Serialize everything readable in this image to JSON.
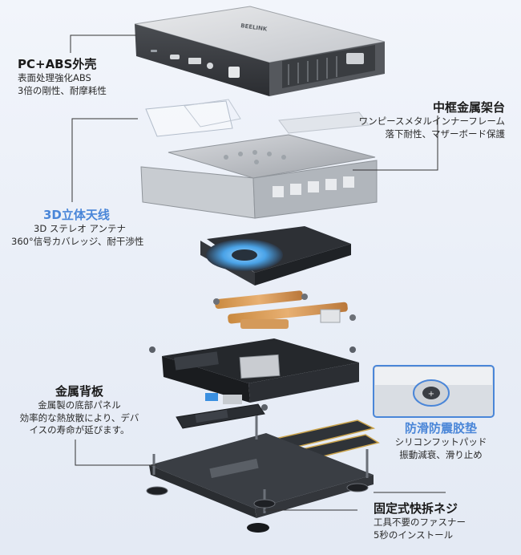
{
  "device": {
    "brand_mark": "BEELINK"
  },
  "callouts": {
    "shell": {
      "title": "PC+ABS外壳",
      "line1": "表面处理強化ABS",
      "line2": "3倍の剛性、耐摩耗性"
    },
    "frame": {
      "title": "中框金属架台",
      "line1": "ワンピースメタルインナーフレーム",
      "line2": "落下耐性、マザーボード保護"
    },
    "antenna": {
      "title": "3D立体天线",
      "line1": "3D ステレオ アンテナ",
      "line2": "360°信号カバレッジ、耐干渉性",
      "title_color": "#4a86d8"
    },
    "backplate": {
      "title": "金属背板",
      "line1": "金属製の底部パネル",
      "line2": "効率的な熱放散により、デバ",
      "line3": "イスの寿命が延びます。"
    },
    "damping": {
      "title": "防滑防震胶垫",
      "line1": "シリコンフットパッド",
      "line2": "振動減衰、滑り止め",
      "title_color": "#4a86d8"
    },
    "screws": {
      "title": "固定式快拆ネジ",
      "line1": "工具不要のファスナー",
      "line2": "5秒のインストール"
    }
  }
}
